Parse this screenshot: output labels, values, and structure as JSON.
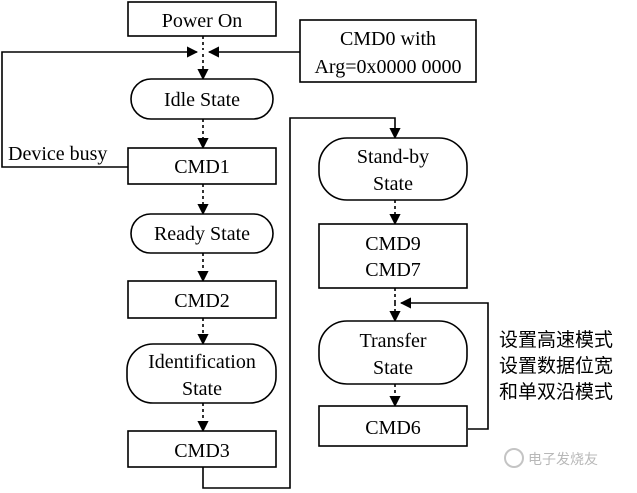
{
  "nodes": {
    "power_on": "Power On",
    "cmd0": [
      "CMD0 with",
      "Arg=0x0000 0000"
    ],
    "idle": "Idle State",
    "cmd1": "CMD1",
    "device_busy": "Device busy",
    "ready": "Ready State",
    "cmd2": "CMD2",
    "identification": [
      "Identification",
      "State"
    ],
    "cmd3": "CMD3",
    "standby": [
      "Stand-by",
      "State"
    ],
    "cmd9_7": [
      "CMD9",
      "CMD7"
    ],
    "transfer": [
      "Transfer",
      "State"
    ],
    "cmd6": "CMD6"
  },
  "annotation": [
    "设置高速模式",
    "设置数据位宽",
    "和单双沿模式"
  ],
  "watermark": "电子发烧友"
}
